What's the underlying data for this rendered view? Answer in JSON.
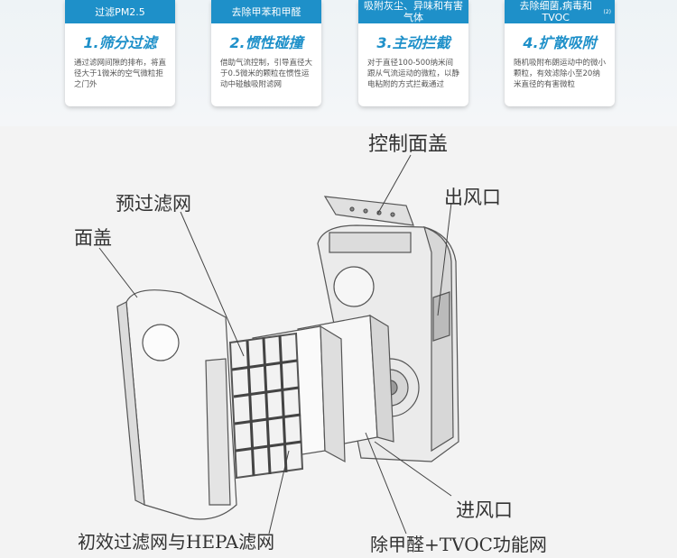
{
  "cards": [
    {
      "header": "过滤PM2.5",
      "title": "1.筛分过滤",
      "desc": "通过滤网间隙的排布，将直径大于1微米的空气微粒拒之门外"
    },
    {
      "header": "去除甲苯和甲醛",
      "title": "2.惯性碰撞",
      "desc": "借助气流控制，引导直径大于0.5微米的颗粒在惯性运动中碰触吸附滤网"
    },
    {
      "header": "吸附灰尘、异味和有害气体",
      "title": "3.主动拦截",
      "desc": "对于直径100-500纳米间跟从气流运动的微粒，以静电粘附的方式拦截通过"
    },
    {
      "header": "去除细菌,病毒和TVOC",
      "header_sup": "(2)",
      "title": "4.扩散吸附",
      "desc": "随机吸附布朗运动中的微小颗粒，有效滤除小至20纳米直径的有害微粒"
    }
  ],
  "labels": {
    "control_cover": "控制面盖",
    "air_outlet": "出风口",
    "pre_filter": "预过滤网",
    "front_cover": "面盖",
    "air_inlet": "进风口",
    "primary_hepa": "初效过滤网与HEPA滤网",
    "formaldehyde_tvoc": "除甲醛+TVOC功能网"
  }
}
